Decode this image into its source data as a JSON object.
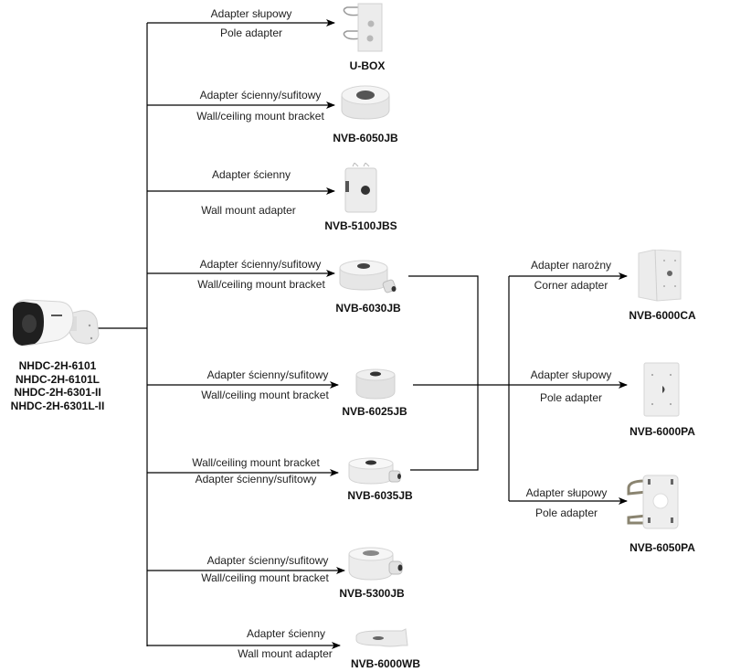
{
  "camera": {
    "icon": "bullet-camera-icon",
    "models": [
      "NHDC-2H-6101",
      "NHDC-2H-6101L",
      "NHDC-2H-6301-II",
      "NHDC-2H-6301L-II"
    ]
  },
  "branches": [
    {
      "top_label": "Adapter słupowy",
      "bottom_label": "Pole adapter",
      "product": "U-BOX",
      "icon": "pole-mount-plate-icon"
    },
    {
      "top_label": "Adapter ścienny/sufitowy",
      "bottom_label": "Wall/ceiling mount bracket",
      "product": "NVB-6050JB",
      "icon": "junction-box-icon"
    },
    {
      "top_label": "Adapter ścienny",
      "bottom_label": "Wall mount adapter",
      "product": "NVB-5100JBS",
      "icon": "wall-box-icon"
    },
    {
      "top_label": "Adapter ścienny/sufitowy",
      "bottom_label": "Wall/ceiling mount bracket",
      "product": "NVB-6030JB",
      "icon": "junction-box-gland-icon"
    },
    {
      "top_label": "Adapter ścienny/sufitowy",
      "bottom_label": "Wall/ceiling mount bracket",
      "product": "NVB-6025JB",
      "icon": "junction-box-icon"
    },
    {
      "top_label": "Wall/ceiling mount bracket",
      "bottom_label": "Adapter ścienny/sufitowy",
      "product": "NVB-6035JB",
      "icon": "junction-box-gland-icon"
    },
    {
      "top_label": "Adapter ścienny/sufitowy",
      "bottom_label": "Wall/ceiling mount bracket",
      "product": "NVB-5300JB",
      "icon": "junction-box-gland-icon"
    },
    {
      "top_label": "Adapter ścienny",
      "bottom_label": "Wall mount adapter",
      "product": "NVB-6000WB",
      "icon": "wall-bracket-icon"
    }
  ],
  "secondary": [
    {
      "top_label": "Adapter narożny",
      "bottom_label": "Corner adapter",
      "product": "NVB-6000CA",
      "icon": "corner-adapter-icon"
    },
    {
      "top_label": "Adapter słupowy",
      "bottom_label": "Pole adapter",
      "product": "NVB-6000PA",
      "icon": "pole-adapter-plate-icon"
    },
    {
      "top_label": "Adapter słupowy",
      "bottom_label": "Pole adapter",
      "product": "NVB-6050PA",
      "icon": "pole-adapter-straps-icon"
    }
  ]
}
